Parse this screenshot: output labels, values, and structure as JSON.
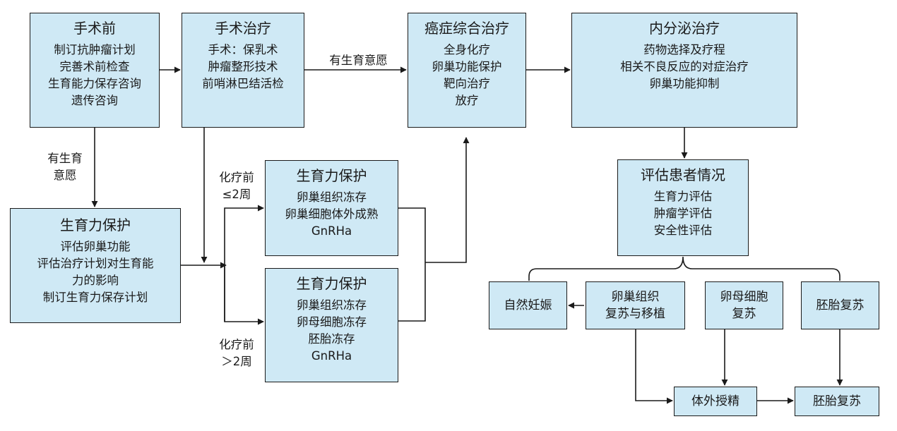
{
  "boxes": {
    "preop": {
      "title": "手术前",
      "lines": [
        "制订抗肿瘤计划",
        "完善术前检查",
        "生育能力保存咨询",
        "遗传咨询"
      ]
    },
    "surgery": {
      "title": "手术治疗",
      "lines": [
        "手术：保乳术",
        "肿瘤整形技术",
        "前哨淋巴结活检"
      ]
    },
    "cancer_treatment": {
      "title": "癌症综合治疗",
      "lines": [
        "全身化疗",
        "卵巢功能保护",
        "靶向治疗",
        "放疗"
      ]
    },
    "endocrine": {
      "title": "内分泌治疗",
      "lines": [
        "药物选择及疗程",
        "相关不良反应的对症治疗",
        "卵巢功能抑制"
      ]
    },
    "fertility_left": {
      "title": "生育力保护",
      "lines": [
        "评估卵巢功能",
        "评估治疗计划对生育能",
        "力的影响",
        "制订生育力保存计划"
      ]
    },
    "fertility_short": {
      "title": "生育力保护",
      "lines": [
        "卵巢组织冻存",
        "卵巢细胞体外成熟",
        "GnRHa"
      ]
    },
    "fertility_long": {
      "title": "生育力保护",
      "lines": [
        "卵巢组织冻存",
        "卵母细胞冻存",
        "胚胎冻存",
        "GnRHa"
      ]
    },
    "assess": {
      "title": "评估患者情况",
      "lines": [
        "生育力评估",
        "肿瘤学评估",
        "安全性评估"
      ]
    },
    "natural": {
      "lines": [
        "自然妊娠"
      ]
    },
    "ovary_tissue": {
      "lines": [
        "卵巢组织",
        "复苏与移植"
      ]
    },
    "oocyte": {
      "lines": [
        "卵母细胞",
        "复苏"
      ]
    },
    "embryo_thaw_top": {
      "lines": [
        "胚胎复苏"
      ]
    },
    "ivf": {
      "lines": [
        "体外授精"
      ]
    },
    "embryo_thaw_bottom": {
      "lines": [
        "胚胎复苏"
      ]
    }
  },
  "labels": {
    "fertility_wish_top": "有生育意愿",
    "fertility_wish_left": [
      "有生育",
      "意愿"
    ],
    "chemo_short": [
      "化疗前",
      "≤2周"
    ],
    "chemo_long": [
      "化疗前",
      "＞2周"
    ]
  },
  "colors": {
    "box_fill": "#cfe9f5",
    "line": "#1a1a1a"
  }
}
